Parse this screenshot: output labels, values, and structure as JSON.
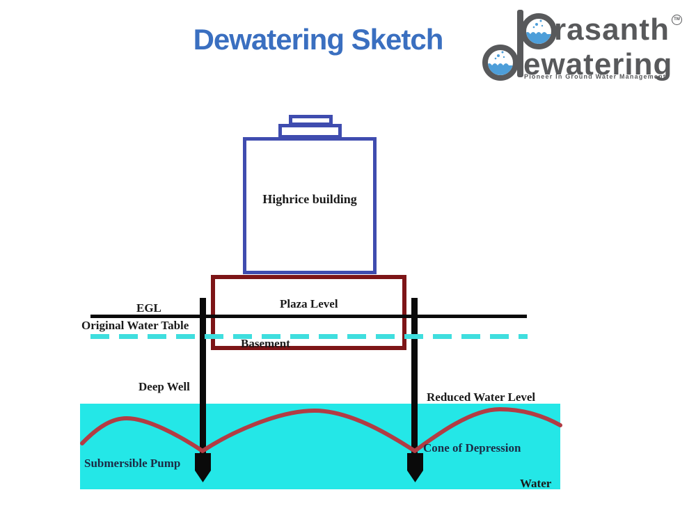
{
  "colors": {
    "title_blue": "#3a6fc0",
    "logo_gray": "#58595b",
    "logo_water_blue": "#4d9ed9",
    "building_outline": "#3f4caf",
    "basement_outline": "#7d1517",
    "egl_line": "#0a0a0a",
    "water_table_dash": "#3fdede",
    "water_fill": "#24e7e7",
    "curve_red": "#b23c44",
    "well_black": "#0a0a0a",
    "label_dark": "#1a1a1a",
    "label_on_water": "#1c2b45"
  },
  "header": {
    "title": "Dewatering Sketch"
  },
  "logo": {
    "name_top": "rasanth",
    "name_bottom": "ewatering",
    "tagline": "Pioneer In Ground Water Management",
    "trademark": "TM"
  },
  "diagram": {
    "labels": {
      "building": "Highrice building",
      "plaza": "Plaza Level",
      "basement": "Basement",
      "egl": "EGL",
      "original_water_table": "Original Water Table",
      "deep_well": "Deep Well",
      "reduced_water_level": "Reduced Water Level",
      "cone_of_depression": "Cone of Depression",
      "submersible_pump": "Submersible Pump",
      "water": "Water"
    }
  }
}
